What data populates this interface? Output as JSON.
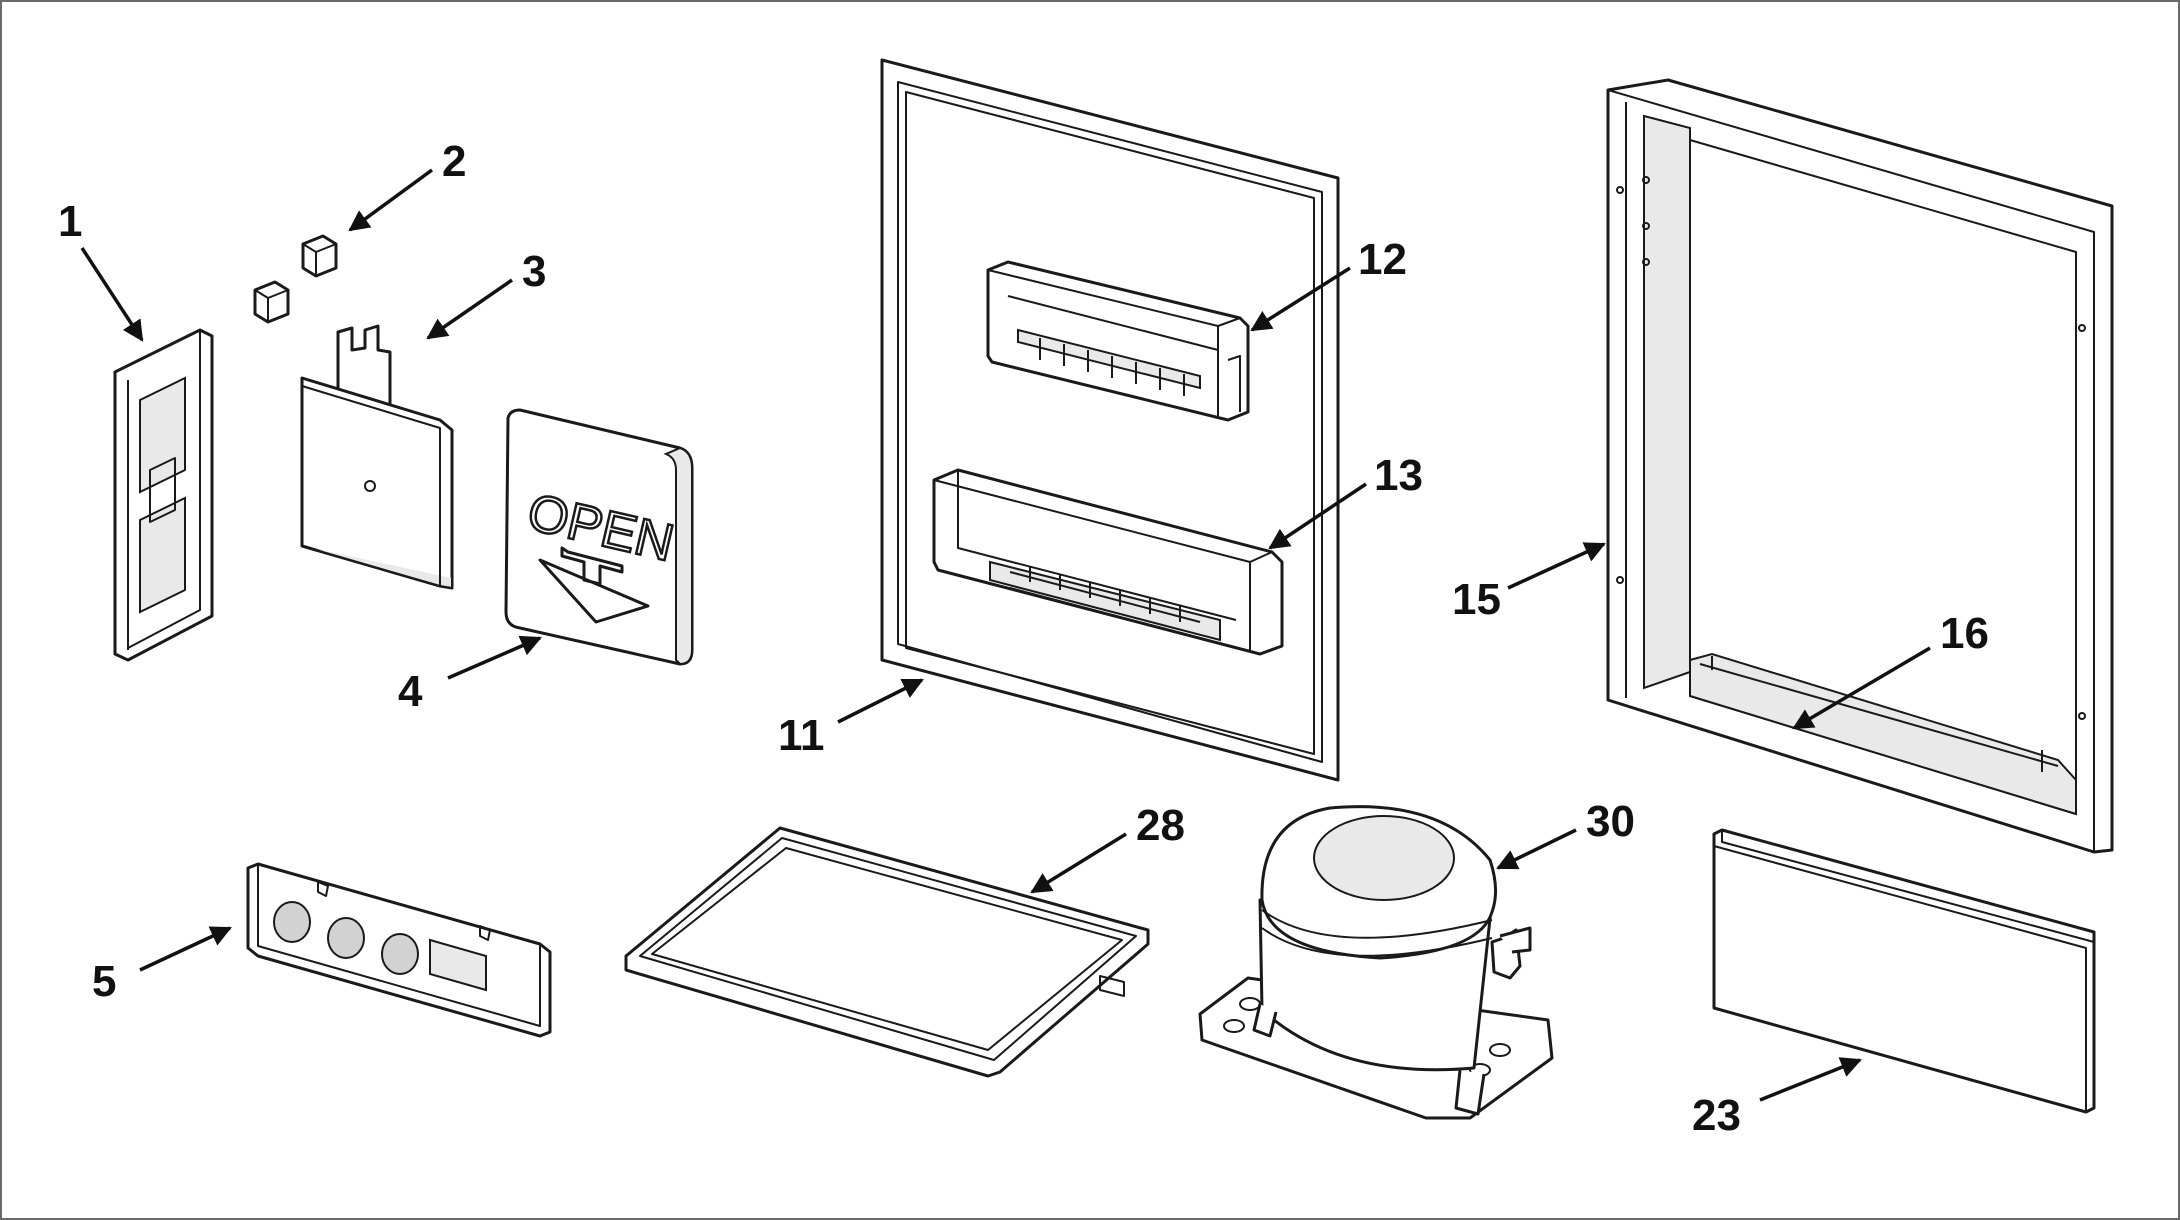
{
  "callouts": {
    "p1": "1",
    "p2": "2",
    "p3": "3",
    "p4": "4",
    "p5": "5",
    "p11": "11",
    "p12": "12",
    "p13": "13",
    "p15": "15",
    "p16": "16",
    "p23": "23",
    "p28": "28",
    "p30": "30"
  },
  "part_text": {
    "open_label": "OPEN"
  },
  "colors": {
    "line": "#1a1a1a",
    "shade": "#e9e9e9",
    "background": "#ffffff"
  }
}
